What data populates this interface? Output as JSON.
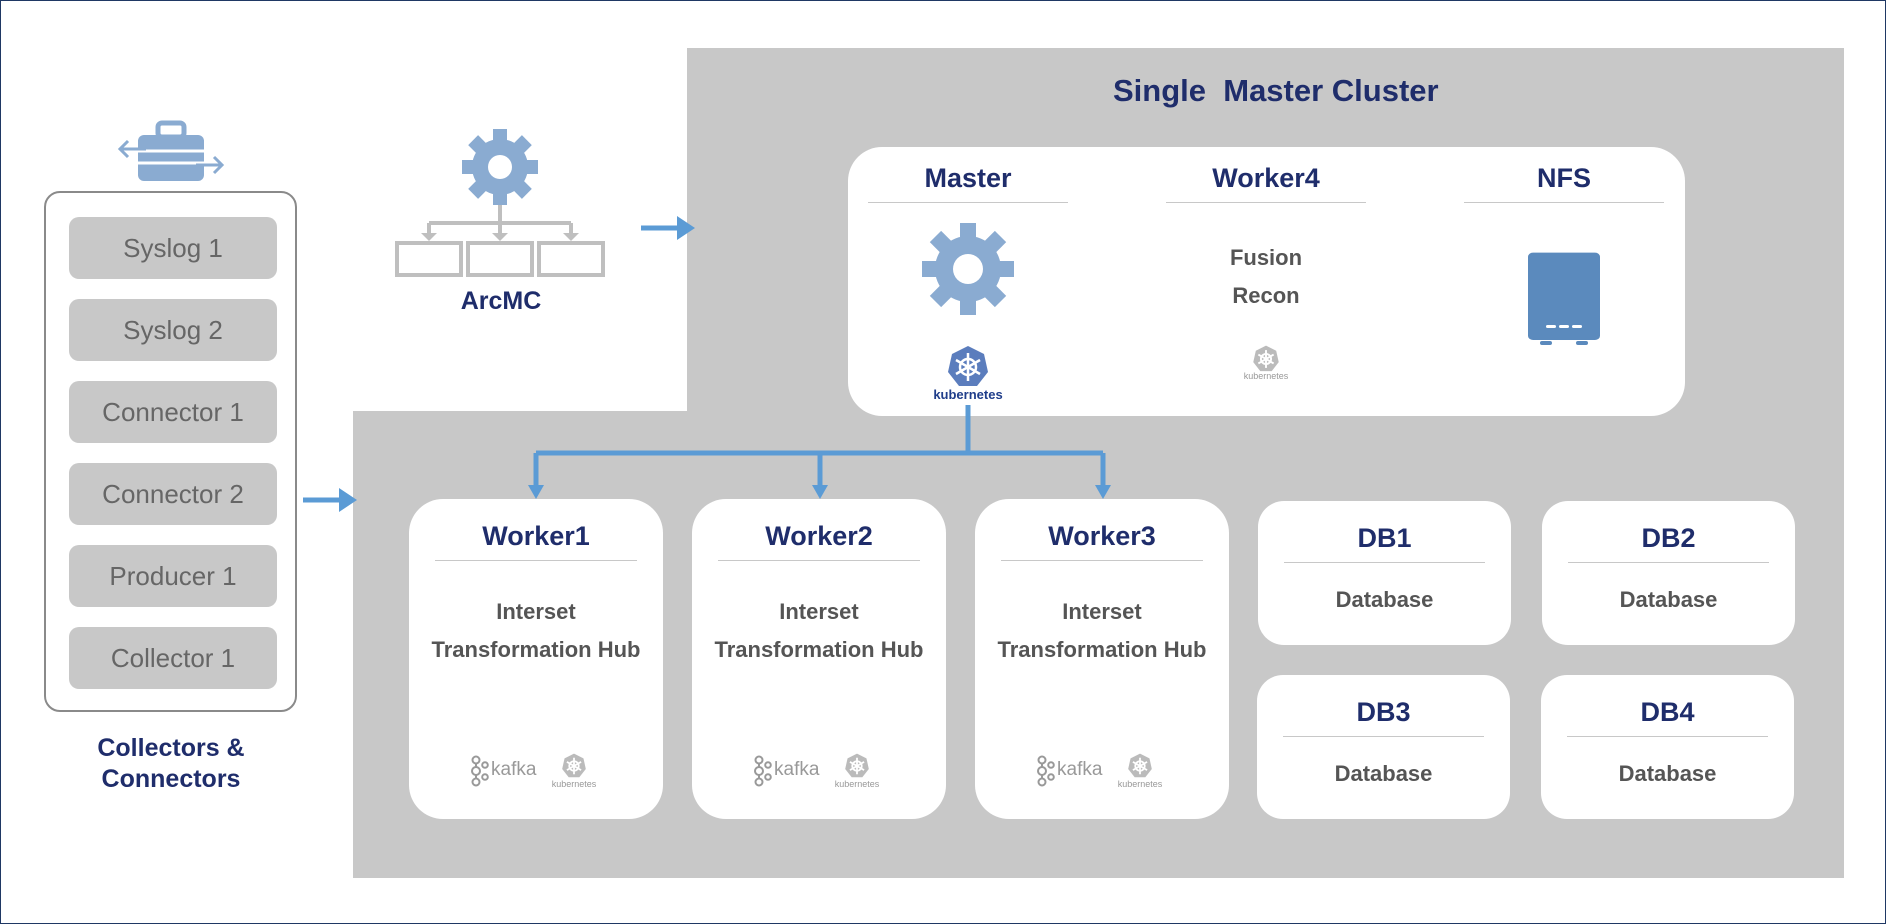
{
  "diagram": {
    "sources": {
      "items": [
        "Syslog 1",
        "Syslog 2",
        "Connector 1",
        "Connector 2",
        "Producer 1",
        "Collector 1"
      ],
      "caption_line1": "Collectors &",
      "caption_line2": "Connectors"
    },
    "arcmc": {
      "label": "ArcMC"
    },
    "cluster": {
      "title": "Single  Master Cluster",
      "top_nodes": [
        {
          "title": "Master",
          "k8s_label": "kubernetes"
        },
        {
          "title": "Worker4",
          "lines": [
            "Fusion",
            "Recon"
          ],
          "k8s_label": "kubernetes"
        },
        {
          "title": "NFS"
        }
      ],
      "workers": [
        {
          "title": "Worker1",
          "line1": "Interset",
          "line2": "Transformation Hub",
          "kafka": "kafka",
          "k8s": "kubernetes"
        },
        {
          "title": "Worker2",
          "line1": "Interset",
          "line2": "Transformation Hub",
          "kafka": "kafka",
          "k8s": "kubernetes"
        },
        {
          "title": "Worker3",
          "line1": "Interset",
          "line2": "Transformation Hub",
          "kafka": "kafka",
          "k8s": "kubernetes"
        }
      ],
      "databases": [
        {
          "title": "DB1",
          "label": "Database"
        },
        {
          "title": "DB2",
          "label": "Database"
        },
        {
          "title": "DB3",
          "label": "Database"
        },
        {
          "title": "DB4",
          "label": "Database"
        }
      ]
    },
    "colors": {
      "accent": "#5b9bd5",
      "navy": "#1f2d6b",
      "gray_bg": "#c8c8c8",
      "icon_blue": "#8aabd1"
    }
  }
}
